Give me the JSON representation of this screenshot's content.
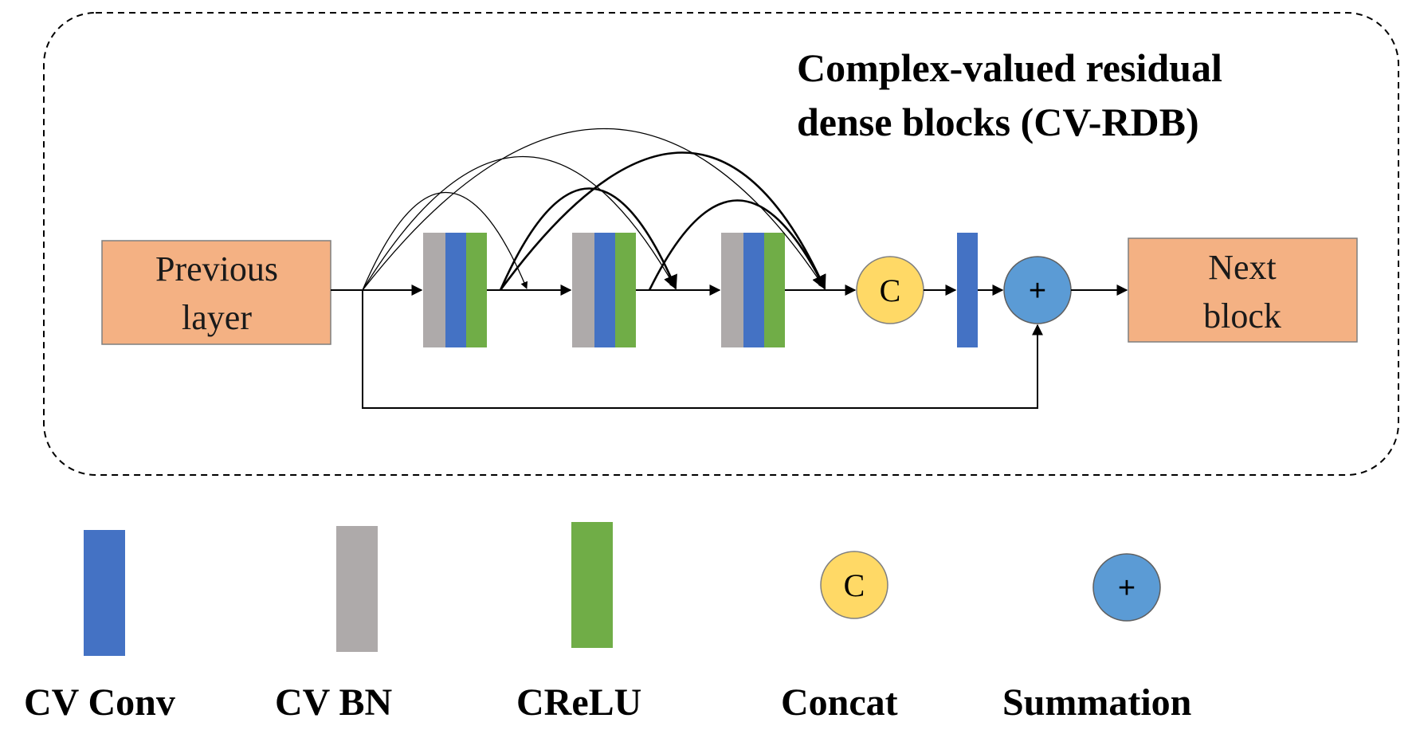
{
  "diagram": {
    "title_line1": "Complex-valued residual",
    "title_line2": "dense blocks (CV-RDB)",
    "input_box": {
      "line1": "Previous",
      "line2": "layer"
    },
    "output_box": {
      "line1": "Next",
      "line2": "block"
    },
    "concat_symbol": "C",
    "sum_symbol": "+"
  },
  "legend": {
    "items": [
      {
        "label": "CV Conv"
      },
      {
        "label": "CV BN"
      },
      {
        "label": "CReLU"
      },
      {
        "label": "Concat",
        "symbol": "C"
      },
      {
        "label": "Summation",
        "symbol": "+"
      }
    ]
  },
  "colors": {
    "box_fill": "#F4B183",
    "conv": "#4472C4",
    "bn": "#AEAAAA",
    "relu": "#70AD47",
    "concat": "#FFD966",
    "sum": "#5B9BD5",
    "line": "#000000"
  }
}
